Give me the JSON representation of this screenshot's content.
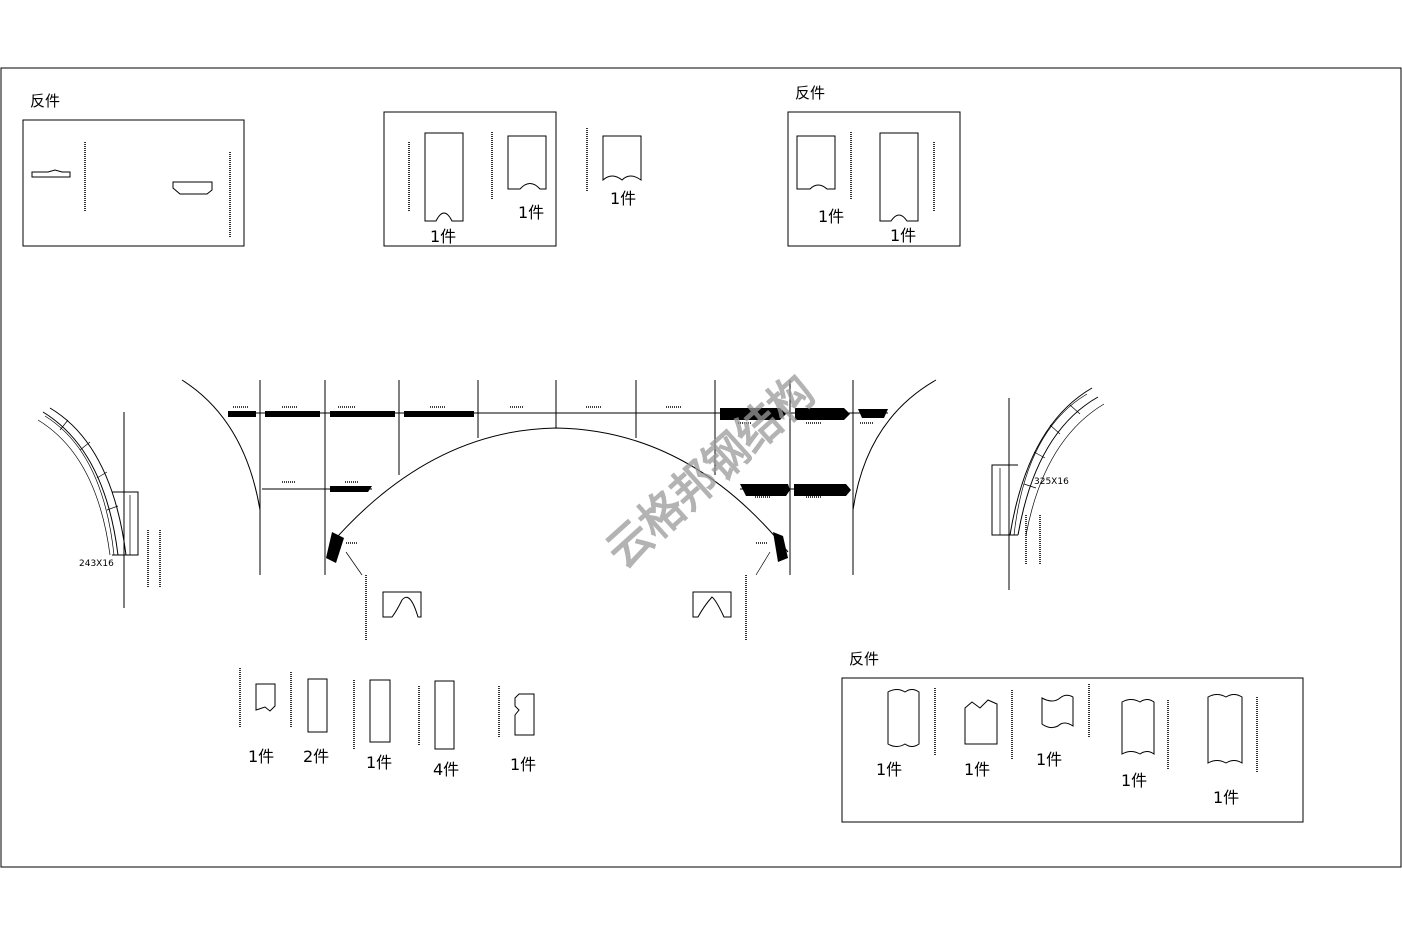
{
  "labels": {
    "reverse_part": "反件",
    "qty_1": "1件",
    "qty_2": "2件",
    "qty_4": "4件"
  },
  "dimensions": {
    "left_section": "243X16",
    "right_section": "325X16"
  },
  "watermark": "云格邦钢结构",
  "colors": {
    "line": "#000000",
    "background": "#ffffff",
    "watermark": "#9a9a9a"
  }
}
